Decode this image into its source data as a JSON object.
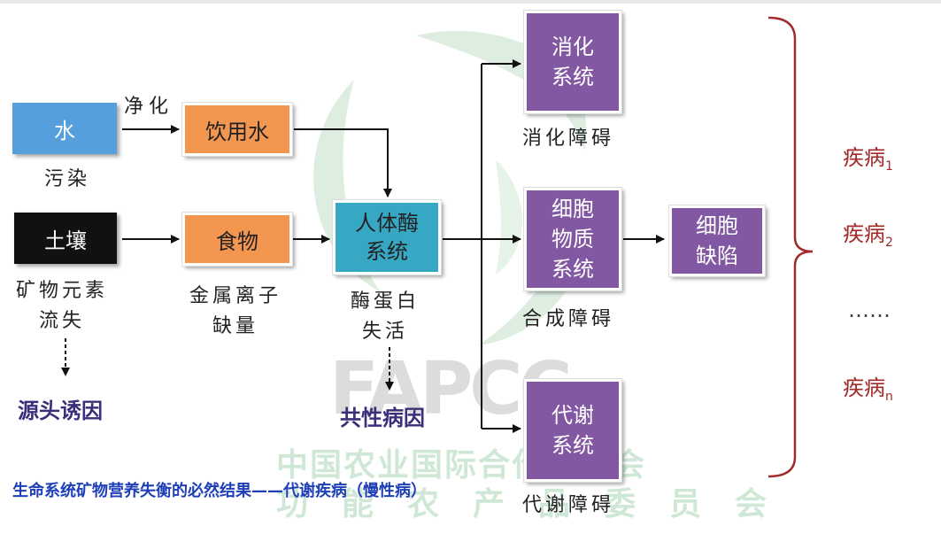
{
  "nodes": {
    "water": "水",
    "purify": "净化",
    "drinking_water": "饮用水",
    "pollution": "污染",
    "soil": "土壤",
    "food": "食物",
    "mineral_loss_1": "矿物元素",
    "mineral_loss_2": "流失",
    "metal_deficiency_1": "金属离子",
    "metal_deficiency_2": "缺量",
    "source_cause": "源头诱因",
    "enzyme_system_1": "人体酶",
    "enzyme_system_2": "系统",
    "enzyme_inactive_1": "酶蛋白",
    "enzyme_inactive_2": "失活",
    "common_cause": "共性病因",
    "digestive_1": "消化",
    "digestive_2": "系统",
    "digestive_disorder": "消化障碍",
    "cell_material_1": "细胞",
    "cell_material_2": "物质",
    "cell_material_3": "系统",
    "synthesis_disorder": "合成障碍",
    "metabolic_1": "代谢",
    "metabolic_2": "系统",
    "metabolic_disorder": "代谢障碍",
    "cell_defect_1": "细胞",
    "cell_defect_2": "缺陷"
  },
  "diseases": {
    "d1": "疾病",
    "d1_sub": "1",
    "d2": "疾病",
    "d2_sub": "2",
    "ellipsis": "……",
    "dn": "疾病",
    "dn_sub": "n"
  },
  "watermark": {
    "logo": "FAPCC",
    "line1": "中国农业国际合作促进会",
    "line2": "功能农产品委员会"
  },
  "footer": "生命系统矿物营养失衡的必然结果——代谢疾病（慢性病）",
  "colors": {
    "water_box": "#55a0dc",
    "soil_box": "#111111",
    "orange_box": "#f39650",
    "teal_box": "#37a8c4",
    "purple_box": "#8258a3",
    "disease_text": "#a22a2a",
    "brace": "#a22a2a",
    "footer_text": "#1e3fb8"
  }
}
